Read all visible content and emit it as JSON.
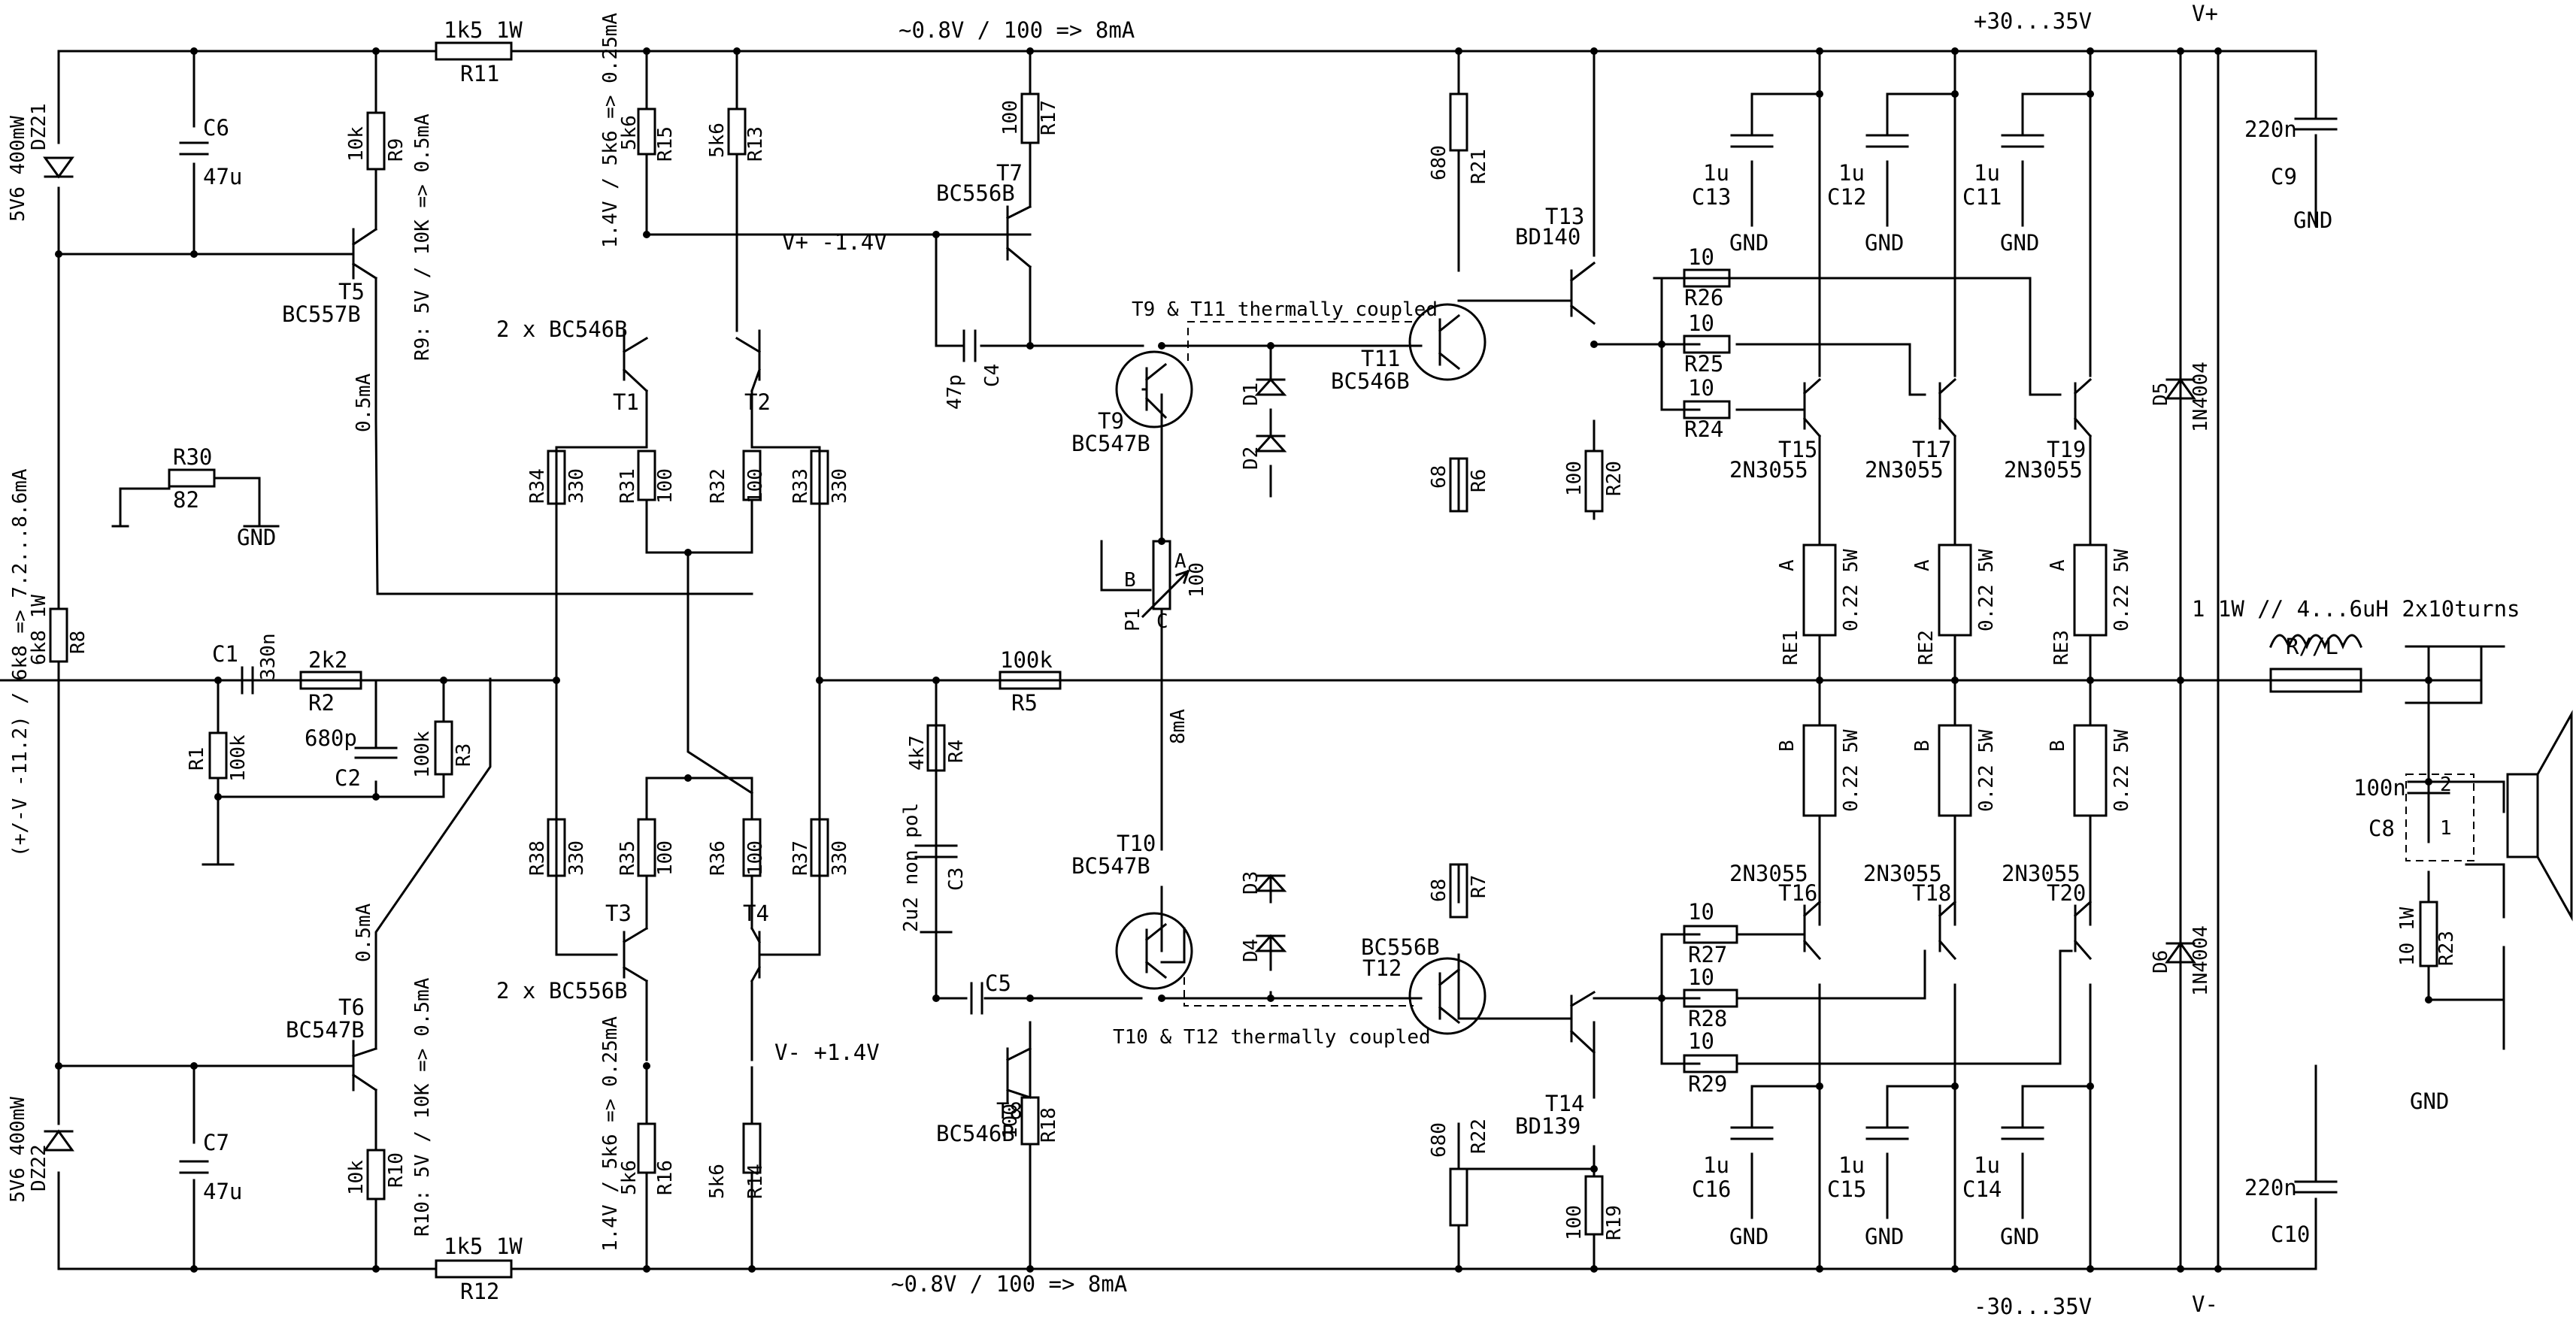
{
  "labels": {
    "cur_top": "~0.8V / 100 => 8mA",
    "cur_bot": "~0.8V / 100 => 8mA",
    "vplus": "V+",
    "vminus": "V-",
    "supply_top": "+30...35V",
    "supply_bot": "-30...35V",
    "vp14": "V+ -1.4V",
    "vm14": "V- +1.4V",
    "ref_note": "(+/-V -11.2) / 6k8 => 7.2...8.6mA",
    "r9_note": "R9: 5V / 10K => 0.5mA",
    "r10_note": "R10: 5V / 10K => 0.5mA",
    "r15_note": "1.4V / 5k6 => 0.25mA",
    "r16_note": "1.4V / 5k6 => 0.25mA",
    "ma05_top": "0.5mA",
    "ma05_bot": "0.5mA",
    "pair_top": "2 x BC546B",
    "pair_bot": "2 x BC556B",
    "therm_top": "T9 & T11 thermally coupled",
    "therm_bot": "T10 & T12 thermally coupled",
    "ma8": "8mA",
    "nonpol": "2u2 non pol",
    "coil": "1 1W // 4...6uH 2x10turns",
    "rl": "R//L",
    "gnd": "GND"
  },
  "parts": {
    "r11": {
      "ref": "R11",
      "val": "1k5 1W"
    },
    "r12": {
      "ref": "R12",
      "val": "1k5 1W"
    },
    "dz21": {
      "ref": "DZ21",
      "val": "5V6 400mW"
    },
    "dz22": {
      "ref": "DZ22",
      "val": "5V6 400mW"
    },
    "c6": {
      "ref": "C6",
      "val": "47u"
    },
    "c7": {
      "ref": "C7",
      "val": "47u"
    },
    "r9": {
      "ref": "R9",
      "val": "10k"
    },
    "r10": {
      "ref": "R10",
      "val": "10k"
    },
    "t5": {
      "ref": "T5",
      "val": "BC557B"
    },
    "t6": {
      "ref": "T6",
      "val": "BC547B"
    },
    "r8": {
      "ref": "R8",
      "val": "6k8 1W"
    },
    "r30": {
      "ref": "R30",
      "val": "82"
    },
    "c1": {
      "ref": "C1",
      "val": "330n"
    },
    "r2": {
      "ref": "R2",
      "val": "2k2"
    },
    "r1": {
      "ref": "R1",
      "val": "100k"
    },
    "c2": {
      "ref": "C2",
      "val": "680p"
    },
    "r3": {
      "ref": "R3",
      "val": "100k"
    },
    "r15": {
      "ref": "R15",
      "val": "5k6"
    },
    "r13": {
      "ref": "R13",
      "val": "5k6"
    },
    "r16": {
      "ref": "R16",
      "val": "5k6"
    },
    "r14": {
      "ref": "R14",
      "val": "5k6"
    },
    "t1": {
      "ref": "T1"
    },
    "t2": {
      "ref": "T2"
    },
    "t3": {
      "ref": "T3"
    },
    "t4": {
      "ref": "T4"
    },
    "r34": {
      "ref": "R34",
      "val": "330"
    },
    "r31": {
      "ref": "R31",
      "val": "100"
    },
    "r32": {
      "ref": "R32",
      "val": "100"
    },
    "r33": {
      "ref": "R33",
      "val": "330"
    },
    "r38": {
      "ref": "R38",
      "val": "330"
    },
    "r35": {
      "ref": "R35",
      "val": "100"
    },
    "r36": {
      "ref": "R36",
      "val": "100"
    },
    "r37": {
      "ref": "R37",
      "val": "330"
    },
    "r17": {
      "ref": "R17",
      "val": "100"
    },
    "r18": {
      "ref": "R18",
      "val": "100"
    },
    "t7": {
      "ref": "T7",
      "val": "BC556B"
    },
    "t8": {
      "ref": "T8",
      "val": "BC546B"
    },
    "c4": {
      "ref": "C4",
      "val": "47p"
    },
    "c5": {
      "ref": "C5"
    },
    "t9": {
      "ref": "T9",
      "val": "BC547B"
    },
    "t10": {
      "ref": "T10",
      "val": "BC547B"
    },
    "t11": {
      "ref": "T11",
      "val": "BC546B"
    },
    "t12": {
      "ref": "T12",
      "val": "BC556B"
    },
    "d1": {
      "ref": "D1"
    },
    "d2": {
      "ref": "D2"
    },
    "d3": {
      "ref": "D3"
    },
    "d4": {
      "ref": "D4"
    },
    "p1": {
      "ref": "P1",
      "val": "100",
      "pin_a": "A",
      "pin_b": "B",
      "pin_c": "C"
    },
    "r4": {
      "ref": "R4",
      "val": "4k7"
    },
    "c3": {
      "ref": "C3"
    },
    "r5": {
      "ref": "R5",
      "val": "100k"
    },
    "r21": {
      "ref": "R21",
      "val": "680"
    },
    "r22": {
      "ref": "R22",
      "val": "680"
    },
    "r6": {
      "ref": "R6",
      "val": "68"
    },
    "r7": {
      "ref": "R7",
      "val": "68"
    },
    "r20": {
      "ref": "R20",
      "val": "100"
    },
    "r19": {
      "ref": "R19",
      "val": "100"
    },
    "t13": {
      "ref": "T13",
      "val": "BD140"
    },
    "t14": {
      "ref": "T14",
      "val": "BD139"
    },
    "r26": {
      "ref": "R26",
      "val": "10"
    },
    "r25": {
      "ref": "R25",
      "val": "10"
    },
    "r24": {
      "ref": "R24",
      "val": "10"
    },
    "r27": {
      "ref": "R27",
      "val": "10"
    },
    "r28": {
      "ref": "R28",
      "val": "10"
    },
    "r29": {
      "ref": "R29",
      "val": "10"
    },
    "t15": {
      "ref": "T15",
      "val": "2N3055"
    },
    "t17": {
      "ref": "T17",
      "val": "2N3055"
    },
    "t19": {
      "ref": "T19",
      "val": "2N3055"
    },
    "t16": {
      "ref": "T16",
      "val": "2N3055"
    },
    "t18": {
      "ref": "T18",
      "val": "2N3055"
    },
    "t20": {
      "ref": "T20",
      "val": "2N3055"
    },
    "c13": {
      "ref": "C13",
      "val": "1u"
    },
    "c12": {
      "ref": "C12",
      "val": "1u"
    },
    "c11": {
      "ref": "C11",
      "val": "1u"
    },
    "c16": {
      "ref": "C16",
      "val": "1u"
    },
    "c15": {
      "ref": "C15",
      "val": "1u"
    },
    "c14": {
      "ref": "C14",
      "val": "1u"
    },
    "re1": {
      "ref": "RE1",
      "val": "0.22 5W",
      "pin_a": "A",
      "pin_b": "B"
    },
    "re2": {
      "ref": "RE2",
      "val": "0.22 5W",
      "pin_a": "A",
      "pin_b": "B"
    },
    "re3": {
      "ref": "RE3",
      "val": "0.22 5W",
      "pin_a": "A",
      "pin_b": "B"
    },
    "c9": {
      "ref": "C9",
      "val": "220n"
    },
    "c10": {
      "ref": "C10",
      "val": "220n"
    },
    "d5": {
      "ref": "D5",
      "val": "1N4004"
    },
    "d6": {
      "ref": "D6",
      "val": "1N4004"
    },
    "c8": {
      "ref": "C8",
      "val": "100n"
    },
    "r23": {
      "ref": "R23",
      "val": "10 1W"
    },
    "conn": {
      "pin1": "1",
      "pin2": "2"
    }
  }
}
